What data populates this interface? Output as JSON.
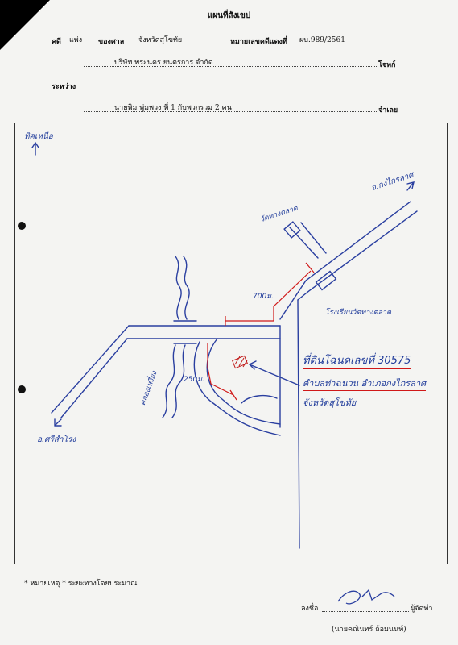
{
  "header": {
    "title": "แผนที่สังเขป",
    "case_label": "คดี",
    "case_type": "แพ่ง",
    "court_label": "ของศาล",
    "court_name": "จังหวัดสุโขทัย",
    "case_no_label": "หมายเลขคดีแดงที่",
    "case_no": "ผบ.989/2561",
    "plaintiff": "บริษัท พระนคร ยนตรการ จำกัด",
    "plaintiff_role": "โจทก์",
    "between_label": "ระหว่าง",
    "defendant": "นายพิม พุ่มพวง ที่ 1 กับพวกรวม 2 คน",
    "defendant_role": "จำเลย"
  },
  "map": {
    "north_label": "ทิศเหนือ",
    "to_kong_krailat": "อ.กงไกรลาศ",
    "to_sri_samrong": "อ.ศรีสำโรง",
    "temple_label": "วัดทางตลาด",
    "school_label": "โรงเรียนวัดทางตลาด",
    "canal_label": "คลองเหงี่ยง",
    "distance_700": "700ม.",
    "distance_250": "250ม.",
    "land_line1": "ที่ดินโฉนดเลขที่ 30575",
    "land_line2": "ตำบลท่าฉนวน อำเภอกงไกรลาศ",
    "land_line3": "จังหวัดสุโขทัย"
  },
  "footer": {
    "note": "* หมายเหตุ * ระยะทางโดยประมาณ",
    "sign_label": "ลงชื่อ",
    "sign_role": "ผู้จัดทำ",
    "sign_name": "(นายคณินทร์ ถ้อมนนท์)"
  }
}
